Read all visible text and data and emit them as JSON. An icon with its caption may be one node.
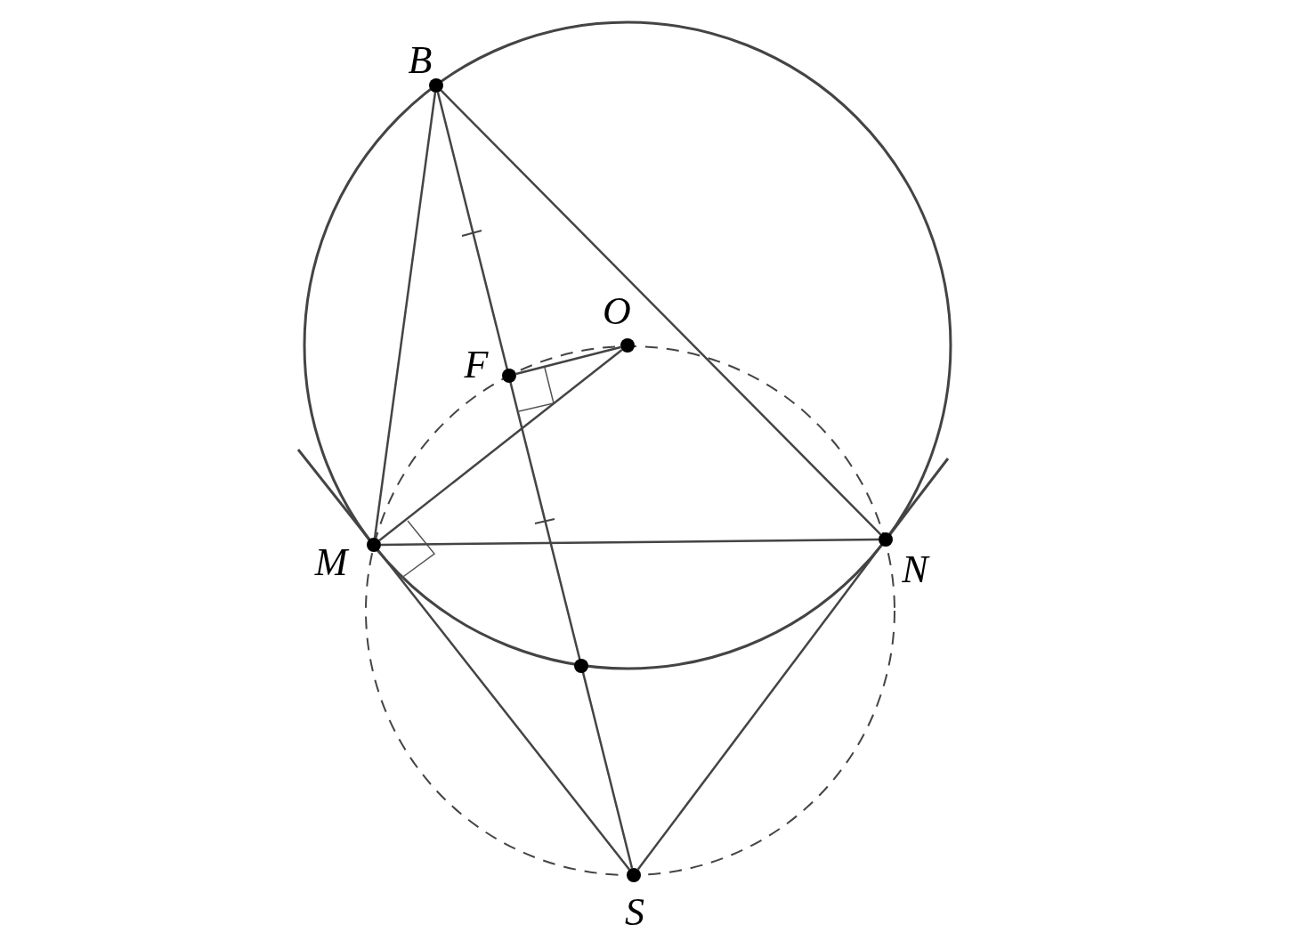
{
  "diagram": {
    "nodes": [
      {
        "text": [
          "B"
        ]
      },
      {
        "text": [
          "O"
        ]
      },
      {
        "text": [
          "F"
        ]
      },
      {
        "text": [
          "M"
        ]
      },
      {
        "text": [
          "N"
        ]
      },
      {
        "text": [],
        "shape": "circle"
      },
      {
        "text": [
          "S"
        ]
      }
    ],
    "edges": [
      {
        "from": 0,
        "to": 3,
        "arrow": "none"
      },
      {
        "from": 0,
        "to": 4,
        "arrow": "none"
      },
      {
        "from": 0,
        "to": 6,
        "arrow": "none"
      },
      {
        "from": 2,
        "to": 1,
        "arrow": "none"
      },
      {
        "from": 3,
        "to": 1,
        "arrow": "none"
      },
      {
        "from": 3,
        "to": 4,
        "arrow": "none"
      },
      {
        "from": 3,
        "to": 6,
        "arrow": "none"
      },
      {
        "from": 4,
        "to": 6,
        "arrow": "none"
      }
    ]
  }
}
